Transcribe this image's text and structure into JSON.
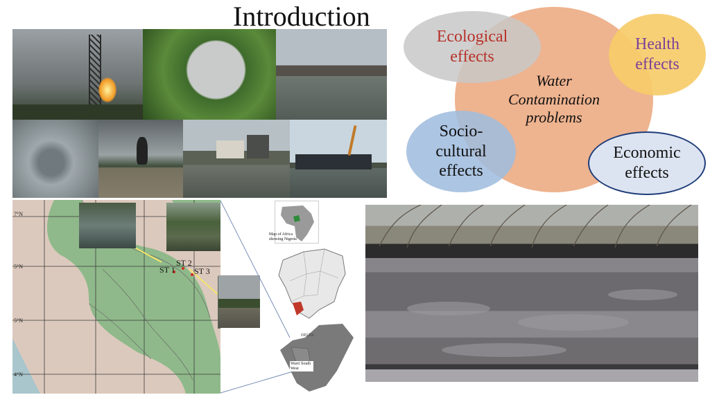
{
  "slide": {
    "title": "Introduction"
  },
  "bubbles": {
    "center": "Water Contamination problems",
    "ecological": "Ecological effects",
    "health": "Health effects",
    "socio": "Socio-cultural effects",
    "economic": "Economic effects"
  },
  "map": {
    "lat_labels": [
      "7°N",
      "5°N",
      "5°N",
      "4°N"
    ],
    "stations": [
      "ST 1",
      "ST 2",
      "ST 3"
    ],
    "africa_label": "Map of Africa showing Nigeria",
    "delta_label": "DELTA",
    "warri_label": "Warri South West"
  },
  "colors": {
    "ecological_text": "#b6322a",
    "health_text": "#7b3f98",
    "center_fill": "#eeb38f",
    "ecological_fill": "#cfcfcf",
    "health_fill": "#f6cc6a",
    "socio_fill": "#a9c2df",
    "economic_fill": "#dde4f1",
    "economic_border": "#1f3d7a",
    "map_green": "#8fb98a",
    "map_land": "#dcc9bd"
  }
}
